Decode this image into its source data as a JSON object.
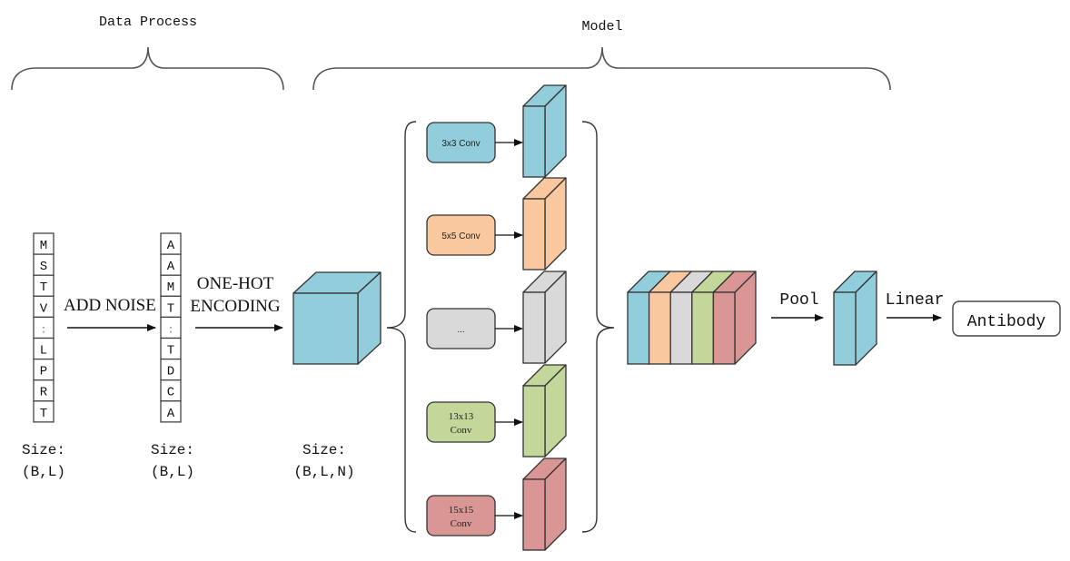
{
  "sections": {
    "data_process": {
      "title": "Data Process"
    },
    "model": {
      "title": "Model"
    }
  },
  "input_sequence": {
    "tokens": [
      "M",
      "S",
      "T",
      "V",
      ":",
      "L",
      "P",
      "R",
      "T"
    ],
    "size_label": "Size:",
    "size_value": "(B,L)"
  },
  "noisy_sequence": {
    "tokens": [
      "A",
      "A",
      "M",
      "T",
      ":",
      "T",
      "D",
      "C",
      "A"
    ],
    "size_label": "Size:",
    "size_value": "(B,L)"
  },
  "steps": {
    "add_noise": "ADD NOISE",
    "one_hot_line1": "ONE-HOT",
    "one_hot_line2": "ENCODING",
    "pool": "Pool",
    "linear": "Linear"
  },
  "encoded_tensor": {
    "size_label": "Size:",
    "size_value": "(B,L,N)",
    "color": "#92CDDC"
  },
  "conv_branches": [
    {
      "label_line1": "3x3 Conv",
      "label_line2": "",
      "color": "#92CDDC"
    },
    {
      "label_line1": "5x5 Conv",
      "label_line2": "",
      "color": "#FAC89E"
    },
    {
      "label_line1": "...",
      "label_line2": "",
      "color": "#D9D9D9"
    },
    {
      "label_line1": "13x13",
      "label_line2": "Conv",
      "color": "#C4D79B"
    },
    {
      "label_line1": "15x15",
      "label_line2": "Conv",
      "color": "#DA9694"
    }
  ],
  "concat_colors": [
    "#92CDDC",
    "#FAC89E",
    "#D9D9D9",
    "#C4D79B",
    "#DA9694"
  ],
  "pooled_color": "#92CDDC",
  "output": {
    "label": "Antibody"
  },
  "stroke_color": "#333333",
  "noise_token_color": "#B05FB0"
}
